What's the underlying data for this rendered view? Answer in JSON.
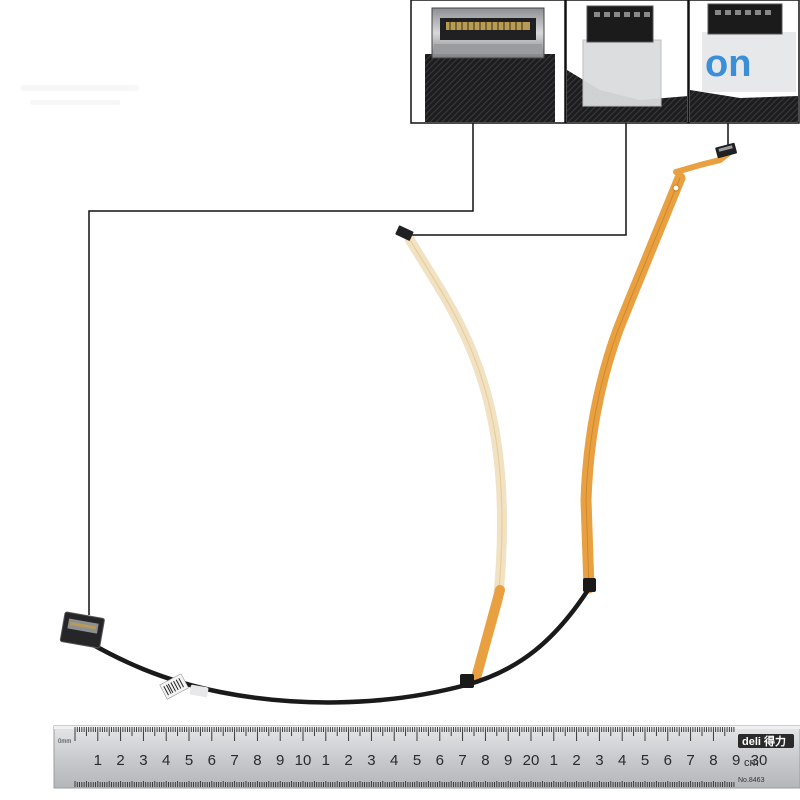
{
  "photo": {
    "subject": "cable",
    "colors": {
      "background": "#ffffff",
      "flex_orange": "#e8a040",
      "flex_pale": "#f2e2c4",
      "cable_black": "#1a1a1a",
      "ruler_steel": "#c9cbce",
      "label_blue": "#3a8fd8"
    }
  },
  "insets": [
    {
      "name": "connector-detail-1",
      "caption": ""
    },
    {
      "name": "connector-detail-2",
      "caption": ""
    },
    {
      "name": "connector-detail-3",
      "caption": "on"
    }
  ],
  "ruler": {
    "cm_small_label": "0mm",
    "numbers": [
      "1",
      "2",
      "3",
      "4",
      "5",
      "6",
      "7",
      "8",
      "9",
      "10",
      "1",
      "2",
      "3",
      "4",
      "5",
      "6",
      "7",
      "8",
      "9",
      "20",
      "1",
      "2",
      "3",
      "4",
      "5",
      "6",
      "7",
      "8",
      "9",
      "30"
    ],
    "unit_label": "cm",
    "brand": "deli 得力",
    "model": "No.8463"
  }
}
